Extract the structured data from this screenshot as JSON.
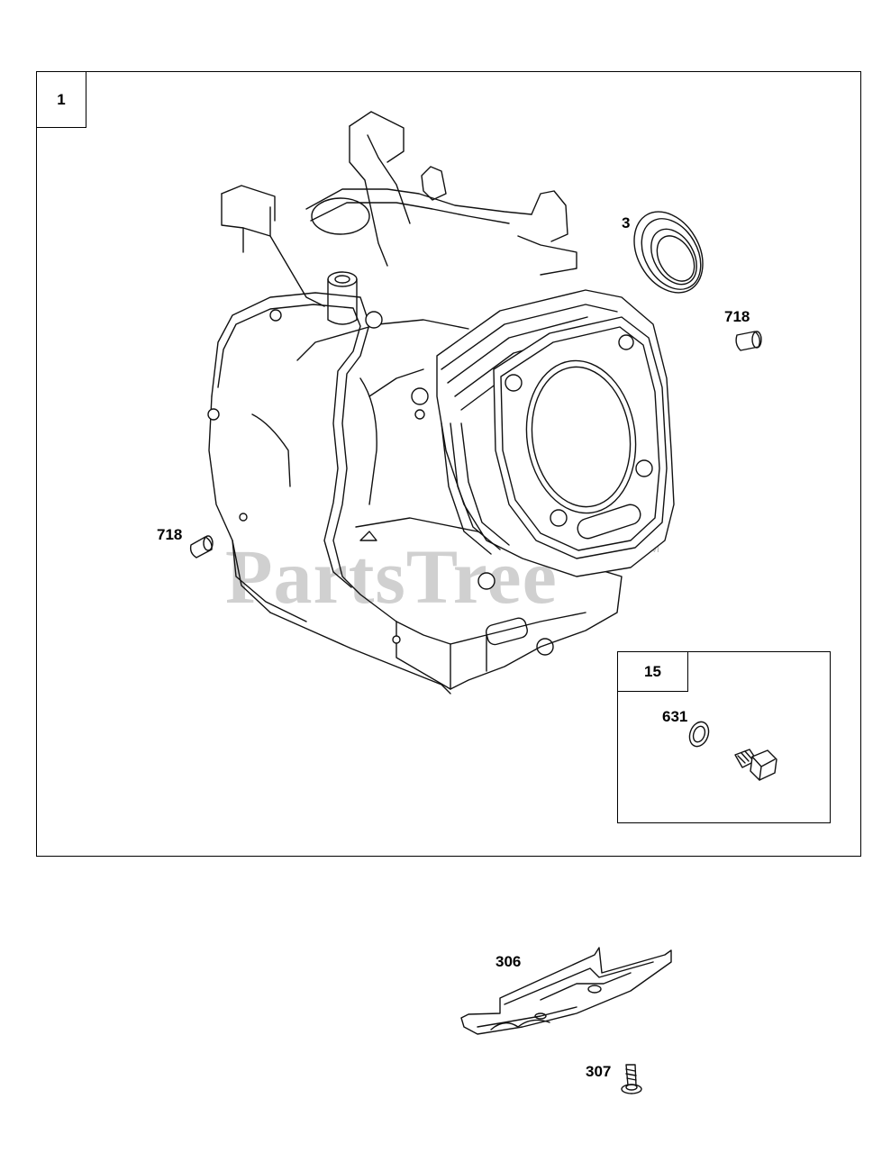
{
  "frame_main": {
    "tag": "1"
  },
  "frame_kit": {
    "tag": "15"
  },
  "callouts": {
    "seal": "3",
    "dowel_right": "718",
    "dowel_left": "718",
    "washer": "631",
    "shroud": "306",
    "screw": "307"
  },
  "watermark": {
    "text": "PartsTree",
    "tm": "TM"
  },
  "icons": {
    "crankcase": "engine-crankcase-icon",
    "seal": "oil-seal-icon",
    "dowel": "dowel-pin-icon",
    "washer": "sealing-washer-icon",
    "plug": "drain-plug-icon",
    "shroud": "cylinder-shroud-icon",
    "screw": "screw-icon"
  }
}
